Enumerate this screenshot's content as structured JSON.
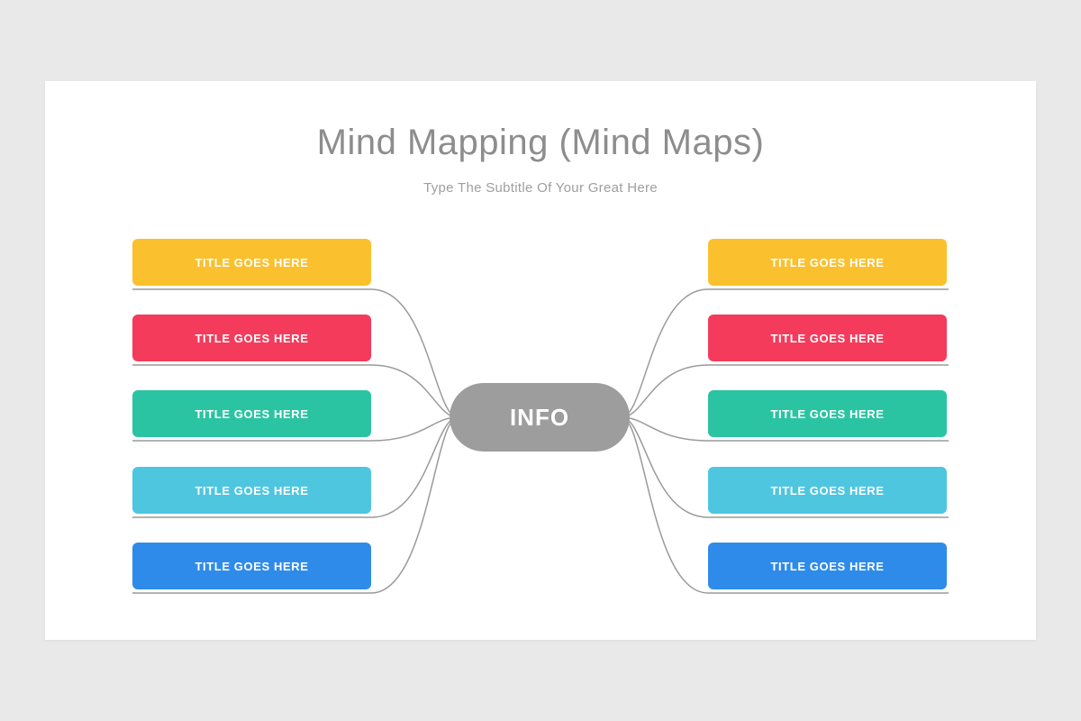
{
  "slide": {
    "title": "Mind Mapping (Mind Maps)",
    "subtitle": "Type The Subtitle Of Your Great Here",
    "center_label": "INFO"
  },
  "colors": {
    "yellow": "#FBC02D",
    "red": "#F43B5C",
    "teal": "#2BC4A2",
    "cyan": "#4EC6E0",
    "blue": "#2E8BEA",
    "center_gray": "#9d9d9d",
    "connector": "#9a9a9a",
    "title_gray": "#8d8d8d",
    "page_background": "#e9e9e9",
    "slide_background": "#ffffff"
  },
  "left_branches": [
    {
      "label": "TITLE GOES HERE",
      "color": "#FBC02D"
    },
    {
      "label": "TITLE GOES HERE",
      "color": "#F43B5C"
    },
    {
      "label": "TITLE GOES HERE",
      "color": "#2BC4A2"
    },
    {
      "label": "TITLE GOES HERE",
      "color": "#4EC6E0"
    },
    {
      "label": "TITLE GOES HERE",
      "color": "#2E8BEA"
    }
  ],
  "right_branches": [
    {
      "label": "TITLE GOES HERE",
      "color": "#FBC02D"
    },
    {
      "label": "TITLE GOES HERE",
      "color": "#F43B5C"
    },
    {
      "label": "TITLE GOES HERE",
      "color": "#2BC4A2"
    },
    {
      "label": "TITLE GOES HERE",
      "color": "#4EC6E0"
    },
    {
      "label": "TITLE GOES HERE",
      "color": "#2E8BEA"
    }
  ]
}
